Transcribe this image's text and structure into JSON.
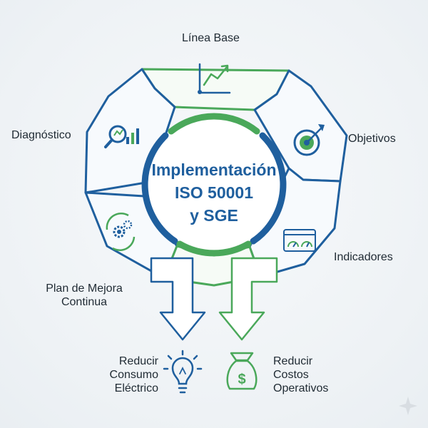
{
  "center": {
    "line1": "Implementación",
    "line2": "ISO 50001",
    "line3": "y SGE"
  },
  "stages": {
    "linea_base": "Línea Base",
    "objetivos": "Objetivos",
    "indicadores": "Indicadores",
    "plan_line1": "Plan de Mejora",
    "plan_line2": "Continua",
    "diagnostico": "Diagnóstico"
  },
  "outcomes": {
    "consumo_line1": "Reducir",
    "consumo_line2": "Consumo",
    "consumo_line3": "Eléctrico",
    "costos_line1": "Reducir",
    "costos_line2": "Costos",
    "costos_line3": "Operativos"
  },
  "icons": {
    "linea_base": "line-chart-icon",
    "objetivos": "target-icon",
    "indicadores": "gauge-dashboard-icon",
    "plan": "gears-cycle-icon",
    "diagnostico": "magnifier-chart-icon",
    "consumo": "lightbulb-icon",
    "costos": "money-bag-icon"
  },
  "colors": {
    "blue": "#1f5f9e",
    "green": "#4aa85a",
    "text": "#1f2a33"
  }
}
